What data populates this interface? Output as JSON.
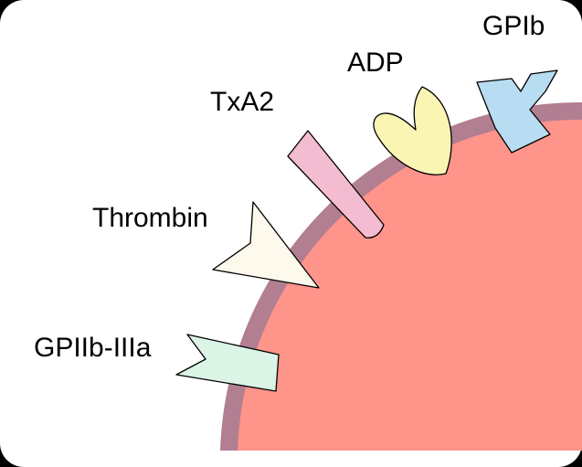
{
  "colors": {
    "background": "#ffffff",
    "frame": "#000000",
    "cell_body": "#fe948a",
    "cell_membrane": "#b27e91"
  },
  "receptors": {
    "gpib": {
      "label": "GPIb",
      "icon": "y-shaped-receptor",
      "color": "#b8dcf1"
    },
    "adp": {
      "label": "ADP",
      "icon": "bean-shaped-receptor",
      "color": "#fbf5b4"
    },
    "txa2": {
      "label": "TxA2",
      "icon": "wedge-shaped-receptor",
      "color": "#f4bcd1"
    },
    "thrombin": {
      "label": "Thrombin",
      "icon": "triangle-receptor",
      "color": "#fdf9ec"
    },
    "gpiib_iiia": {
      "label": "GPIIb-IIIa",
      "icon": "notched-tab-receptor",
      "color": "#dbf4e6"
    }
  }
}
